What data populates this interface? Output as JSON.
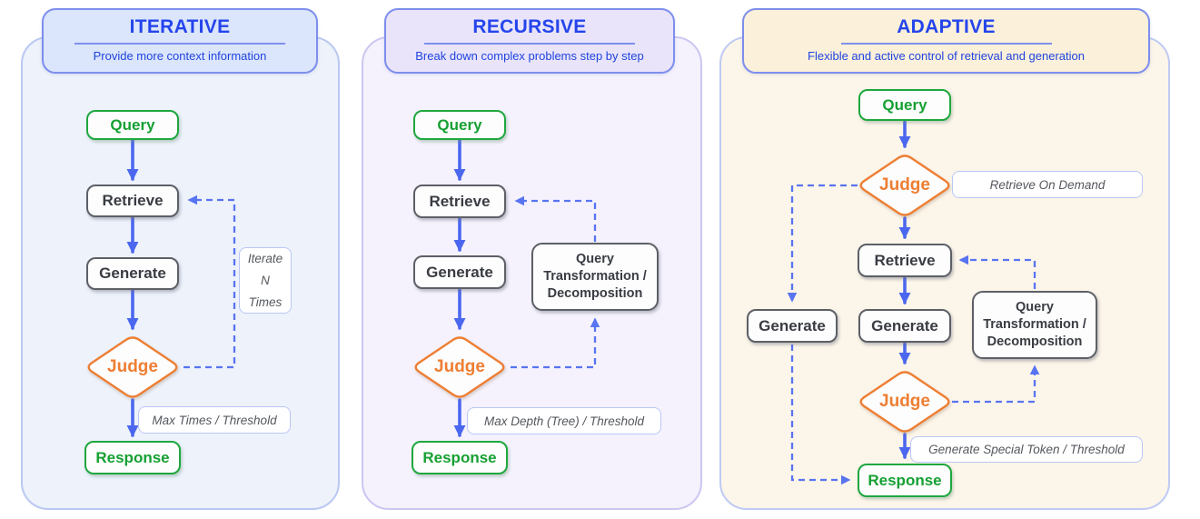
{
  "colors": {
    "title_blue": "#2545ec",
    "subtitle_blue": "#1f44de",
    "green": "#1fa73e",
    "node_gray_border": "#5d6066",
    "node_gray_text": "#393c42",
    "judge_orange": "#ee7e33",
    "arrow_solid_blue": "#4c67ef",
    "arrow_dashed_blue": "#5874f1",
    "panel_iterative_bg": "#edf2fb",
    "panel_recursive_bg": "#f5f2fd",
    "panel_adaptive_bg": "#fcf5e9"
  },
  "panels": [
    {
      "name": "iterative",
      "title": "ITERATIVE",
      "subtitle": "Provide more context information",
      "query": "Query",
      "retrieve": "Retrieve",
      "generate": "Generate",
      "judge": "Judge",
      "response": "Response",
      "loop_label_lines": [
        "Iterate",
        "N",
        "Times"
      ],
      "exit_label": "Max Times / Threshold"
    },
    {
      "name": "recursive",
      "title": "RECURSIVE",
      "subtitle": "Break down complex problems step by step",
      "query": "Query",
      "retrieve": "Retrieve",
      "generate": "Generate",
      "judge": "Judge",
      "response": "Response",
      "transform_box_lines": [
        "Query",
        "Transformation /",
        "Decomposition"
      ],
      "exit_label": "Max Depth (Tree) / Threshold"
    },
    {
      "name": "adaptive",
      "title": "ADAPTIVE",
      "subtitle": "Flexible and active control of retrieval and generation",
      "query": "Query",
      "judge1": "Judge",
      "on_demand_label": "Retrieve On Demand",
      "retrieve": "Retrieve",
      "generate_left": "Generate",
      "generate_mid": "Generate",
      "transform_box_lines": [
        "Query",
        "Transformation /",
        "Decomposition"
      ],
      "judge2": "Judge",
      "exit_label": "Generate Special Token / Threshold",
      "response": "Response"
    }
  ]
}
